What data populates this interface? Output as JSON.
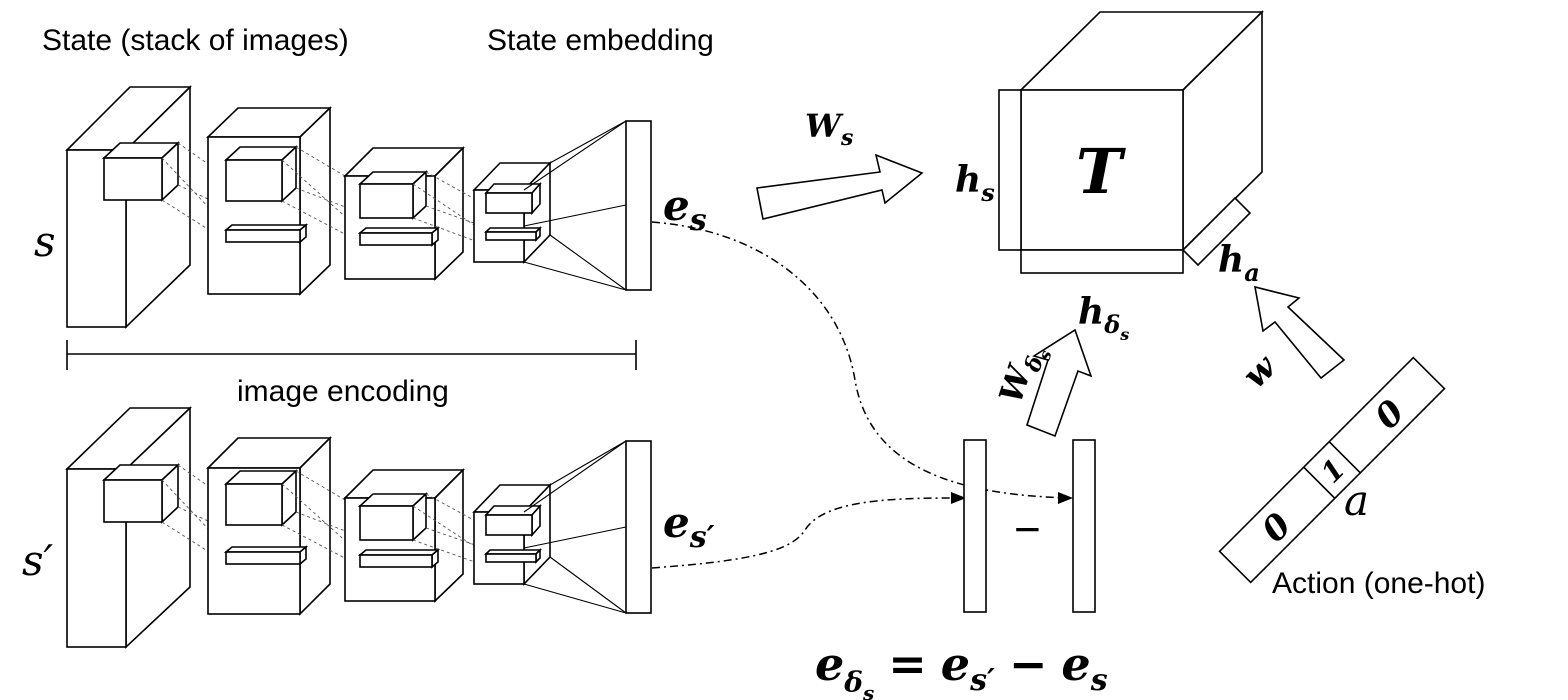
{
  "labels": {
    "state_title": "State (stack of images)",
    "embedding_title": "State embedding",
    "image_encoding": "image encoding",
    "action_title": "Action (one-hot)",
    "s": "s",
    "s_prime": "s′",
    "e": "e",
    "sub_s": "s",
    "sub_s_prime": "s′",
    "w": "W",
    "w_lower": "w",
    "T": "T",
    "h": "h",
    "sub_a": "a",
    "sub_delta": "δ",
    "a": "a",
    "minus": "−",
    "equation": {
      "lhs": "e",
      "lhs_sub": "δ",
      "lhs_subsub": "s",
      "eq": "=",
      "t1": "e",
      "t1_sub": "s′",
      "op": "−",
      "t2": "e",
      "t2_sub": "s"
    }
  },
  "one_hot": {
    "cells": [
      "0",
      "1",
      "0"
    ]
  }
}
